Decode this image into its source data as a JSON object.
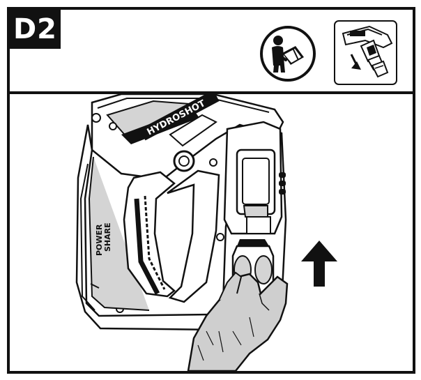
{
  "step": {
    "label": "D2"
  },
  "icons": {
    "manual": "read-operator-manual-icon",
    "detach": "detach-nozzle-icon",
    "direction": "up-arrow-icon"
  },
  "tool": {
    "side_label": "HYDROSHOT",
    "brand_line1": "POWER",
    "brand_line2": "SHARE"
  },
  "colors": {
    "ink": "#111111",
    "tool_gray": "#d4d4d4",
    "glove_gray": "#cfcfcf",
    "paper": "#ffffff"
  }
}
